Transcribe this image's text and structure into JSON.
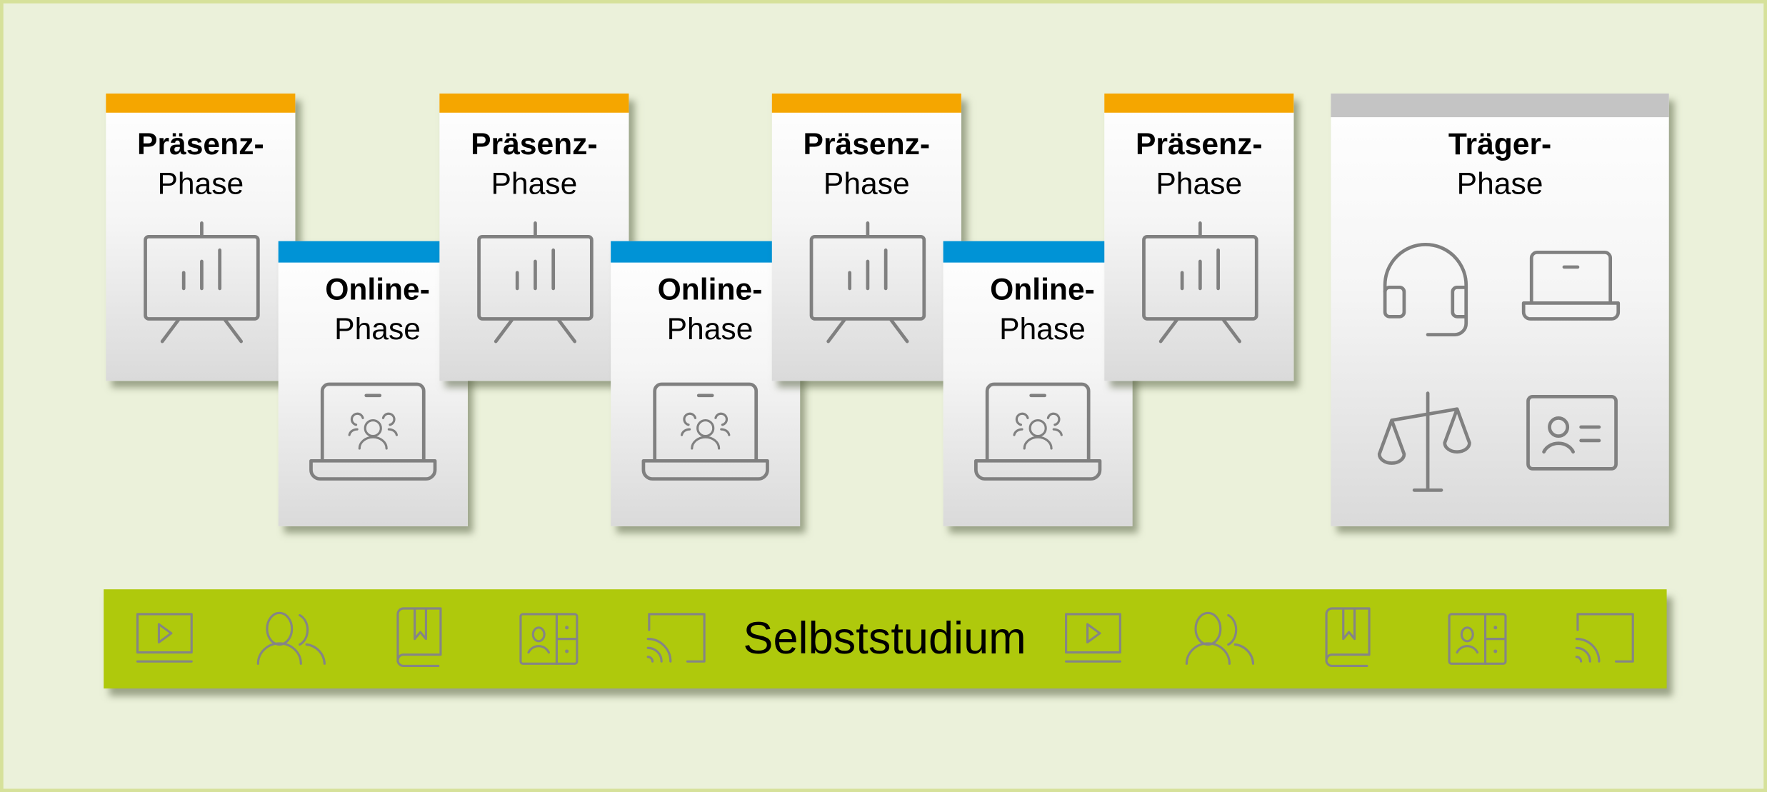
{
  "diagram": {
    "colors": {
      "background": "#EBF1DA",
      "praesenz_accent": "#F5A600",
      "online_accent": "#0093D6",
      "traeger_accent": "#C4C4C4",
      "selbststudium": "#AFC90C",
      "icon": "#808080"
    },
    "praesenz_phases": [
      {
        "title_bold": "Präsenz-",
        "title_regular": "Phase",
        "icon": "presentation-board-icon"
      },
      {
        "title_bold": "Präsenz-",
        "title_regular": "Phase",
        "icon": "presentation-board-icon"
      },
      {
        "title_bold": "Präsenz-",
        "title_regular": "Phase",
        "icon": "presentation-board-icon"
      },
      {
        "title_bold": "Präsenz-",
        "title_regular": "Phase",
        "icon": "presentation-board-icon"
      }
    ],
    "online_phases": [
      {
        "title_bold": "Online-",
        "title_regular": "Phase",
        "icon": "laptop-group-icon"
      },
      {
        "title_bold": "Online-",
        "title_regular": "Phase",
        "icon": "laptop-group-icon"
      },
      {
        "title_bold": "Online-",
        "title_regular": "Phase",
        "icon": "laptop-group-icon"
      }
    ],
    "traeger_phase": {
      "title_bold": "Träger-",
      "title_regular": "Phase",
      "icons": [
        "headset-icon",
        "laptop-icon",
        "scales-icon",
        "id-card-icon"
      ]
    },
    "selbststudium": {
      "label": "Selbststudium",
      "icons_left": [
        "video-icon",
        "users-icon",
        "book-icon",
        "contact-panel-icon",
        "cast-icon"
      ],
      "icons_right": [
        "video-icon",
        "users-icon",
        "book-icon",
        "contact-panel-icon",
        "cast-icon"
      ]
    }
  }
}
